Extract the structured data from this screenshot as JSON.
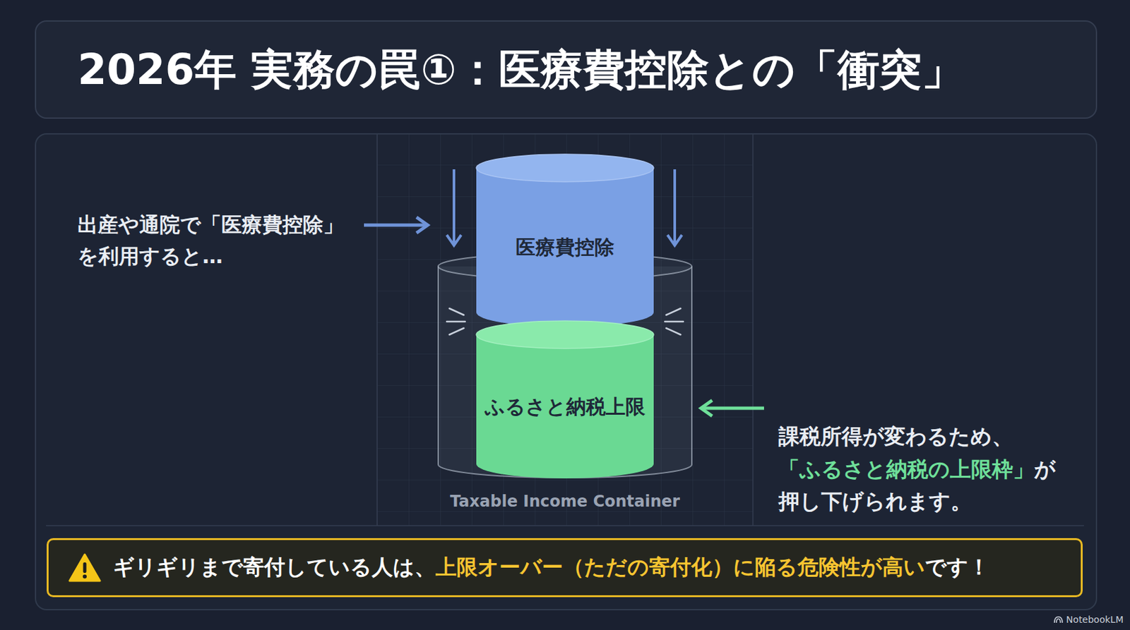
{
  "diagram": {
    "title": "2026年 実務の罠①：医療費控除との「衝突」",
    "nodes": [
      {
        "text": [
          "Taxable Income Container"
        ]
      },
      {
        "text": [
          "医療費控除"
        ],
        "in": 0
      },
      {
        "text": [
          "ふるさと納税上限"
        ],
        "in": 0
      },
      {
        "text": [
          "ギリギリまで寄付している人は、",
          "上限オーバー（ただの寄付化）に陥る危険性が高い",
          "です！"
        ]
      }
    ],
    "labels": [
      "出産や通院で「医療費控除」 を利用すると…",
      "課税所得が変わるため、",
      "「ふるさと納税の上限枠」",
      "が 押し下げられます。",
      "NotebookLM"
    ]
  }
}
